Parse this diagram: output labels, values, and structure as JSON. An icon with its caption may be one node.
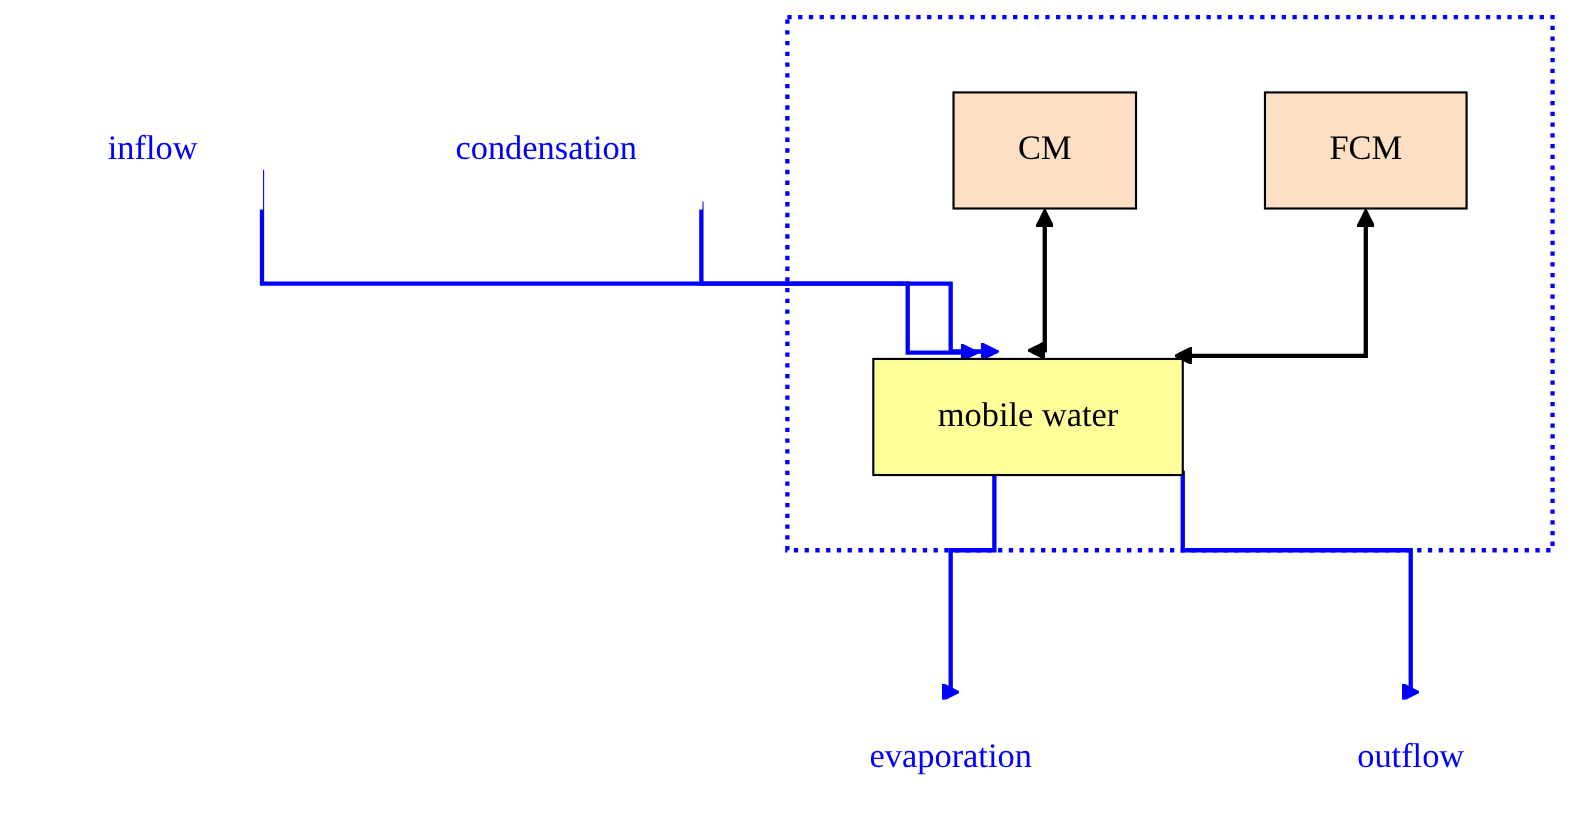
{
  "diagram": {
    "nodes": [
      {
        "text": [],
        "shape": "box"
      },
      {
        "text": [
          "CM"
        ],
        "in": 0
      },
      {
        "text": [
          "FCM"
        ],
        "in": 0
      },
      {
        "text": [
          "mobile water"
        ],
        "in": 0
      },
      {
        "text": [
          "inflow"
        ]
      },
      {
        "text": [
          "condensation"
        ]
      },
      {
        "text": [
          "evaporation"
        ]
      },
      {
        "text": [
          "outflow"
        ]
      }
    ],
    "edges": [
      {
        "from": 4,
        "to": 3,
        "arrow": "to"
      },
      {
        "from": 5,
        "to": 3,
        "arrow": "to"
      },
      {
        "from": 1,
        "to": 3,
        "arrow": "both",
        "color": "#000000"
      },
      {
        "from": 2,
        "to": 3,
        "arrow": "both",
        "color": "#000000"
      },
      {
        "from": 3,
        "to": 6,
        "arrow": "to"
      },
      {
        "from": 3,
        "to": 7,
        "arrow": "to"
      }
    ]
  }
}
